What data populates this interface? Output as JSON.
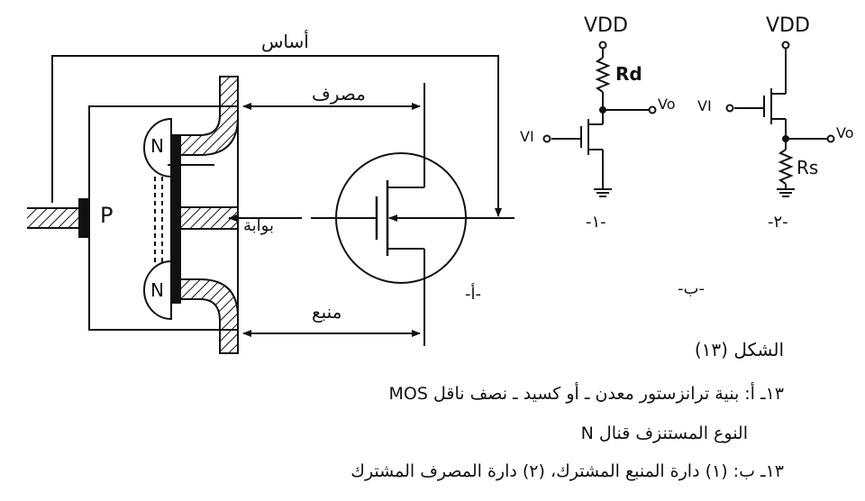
{
  "labels": {
    "base": "أساس",
    "drain": "مصرف",
    "gate": "بوابة",
    "source": "منبع",
    "p_region": "P",
    "n_top": "N",
    "n_bottom": "N",
    "part_a": "-أ-",
    "part_b": "-ب-",
    "circuit1_num": "-١-",
    "circuit2_num": "-٢-"
  },
  "circuit1": {
    "vdd": "VDD",
    "rd": "Rd",
    "vi": "VI",
    "vo": "Vo"
  },
  "circuit2": {
    "vdd": "VDD",
    "rs": "Rs",
    "vi": "VI",
    "vo": "Vo"
  },
  "caption": {
    "figure": "الشكل (١٣)",
    "line1": "١٣ـ أ: بنية ترانزستور معدن ـ أو كسيد ـ نصف ناقل MOS",
    "line2": "النوع المستنزف قنال N",
    "line3": "١٣ـ ب: (١) دارة المنبع المشترك، (٢) دارة المصرف المشترك"
  }
}
